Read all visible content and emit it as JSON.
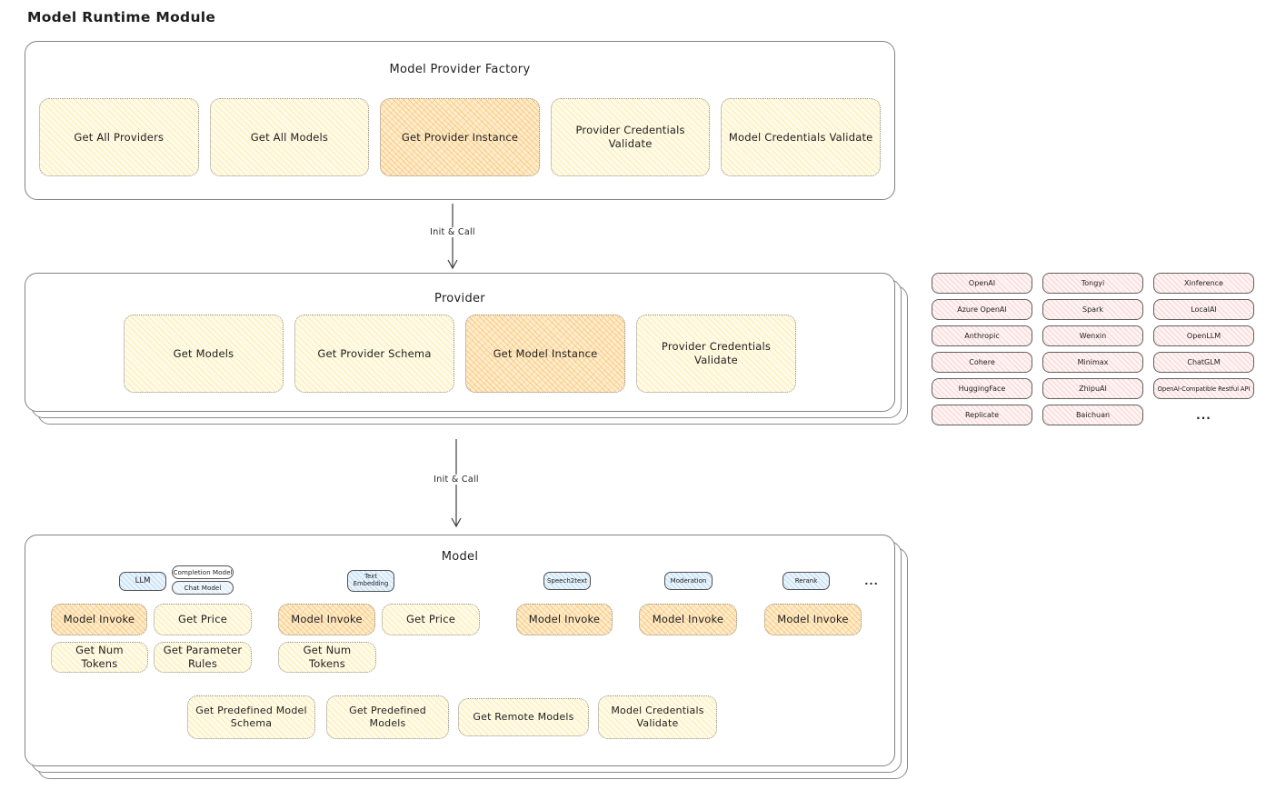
{
  "diagram_title": "Model Runtime Module",
  "factory": {
    "title": "Model Provider Factory",
    "items": [
      {
        "label": "Get All Providers",
        "highlighted": false
      },
      {
        "label": "Get All Models",
        "highlighted": false
      },
      {
        "label": "Get Provider Instance",
        "highlighted": true
      },
      {
        "label": "Provider Credentials Validate",
        "highlighted": false
      },
      {
        "label": "Model Credentials Validate",
        "highlighted": false
      }
    ]
  },
  "arrows": {
    "factory_to_provider": "Init & Call",
    "provider_to_model": "Init & Call"
  },
  "provider": {
    "title": "Provider",
    "items": [
      {
        "label": "Get Models",
        "highlighted": false
      },
      {
        "label": "Get Provider Schema",
        "highlighted": false
      },
      {
        "label": "Get Model Instance",
        "highlighted": true
      },
      {
        "label": "Provider Credentials Validate",
        "highlighted": false
      }
    ]
  },
  "provider_implementations": {
    "items": [
      "OpenAI",
      "Tongyi",
      "Xinference",
      "Azure OpenAI",
      "Spark",
      "LocalAI",
      "Anthropic",
      "Wenxin",
      "OpenLLM",
      "Cohere",
      "Minimax",
      "ChatGLM",
      "HuggingFace",
      "ZhipuAI",
      "OpenAI-Compatible Restful API",
      "Replicate",
      "Baichuan"
    ],
    "more": "..."
  },
  "model": {
    "title": "Model",
    "model_types": {
      "llm": "LLM",
      "completion_model": "Completion Model",
      "chat_model": "Chat Model",
      "text_embedding": "Text Embedding",
      "speech2text": "Speech2text",
      "moderation": "Moderation",
      "rerank": "Rerank",
      "more": "..."
    },
    "actions": {
      "model_invoke": "Model Invoke",
      "get_price": "Get Price",
      "get_num_tokens": "Get Num Tokens",
      "get_parameter_rules": "Get Parameter Rules",
      "get_predefined_model_schema": "Get Predefined Model Schema",
      "get_predefined_models": "Get Predefined Models",
      "get_remote_models": "Get Remote Models",
      "model_credentials_validate": "Model Credentials Validate"
    }
  },
  "colors": {
    "highlight_fill": "#f5b969",
    "action_fill": "#fffbe8",
    "provider_chip_fill": "#fff4f4",
    "model_type_fill": "#e9f4fc",
    "text": "#1e1e1e",
    "card_border": "#828282"
  }
}
